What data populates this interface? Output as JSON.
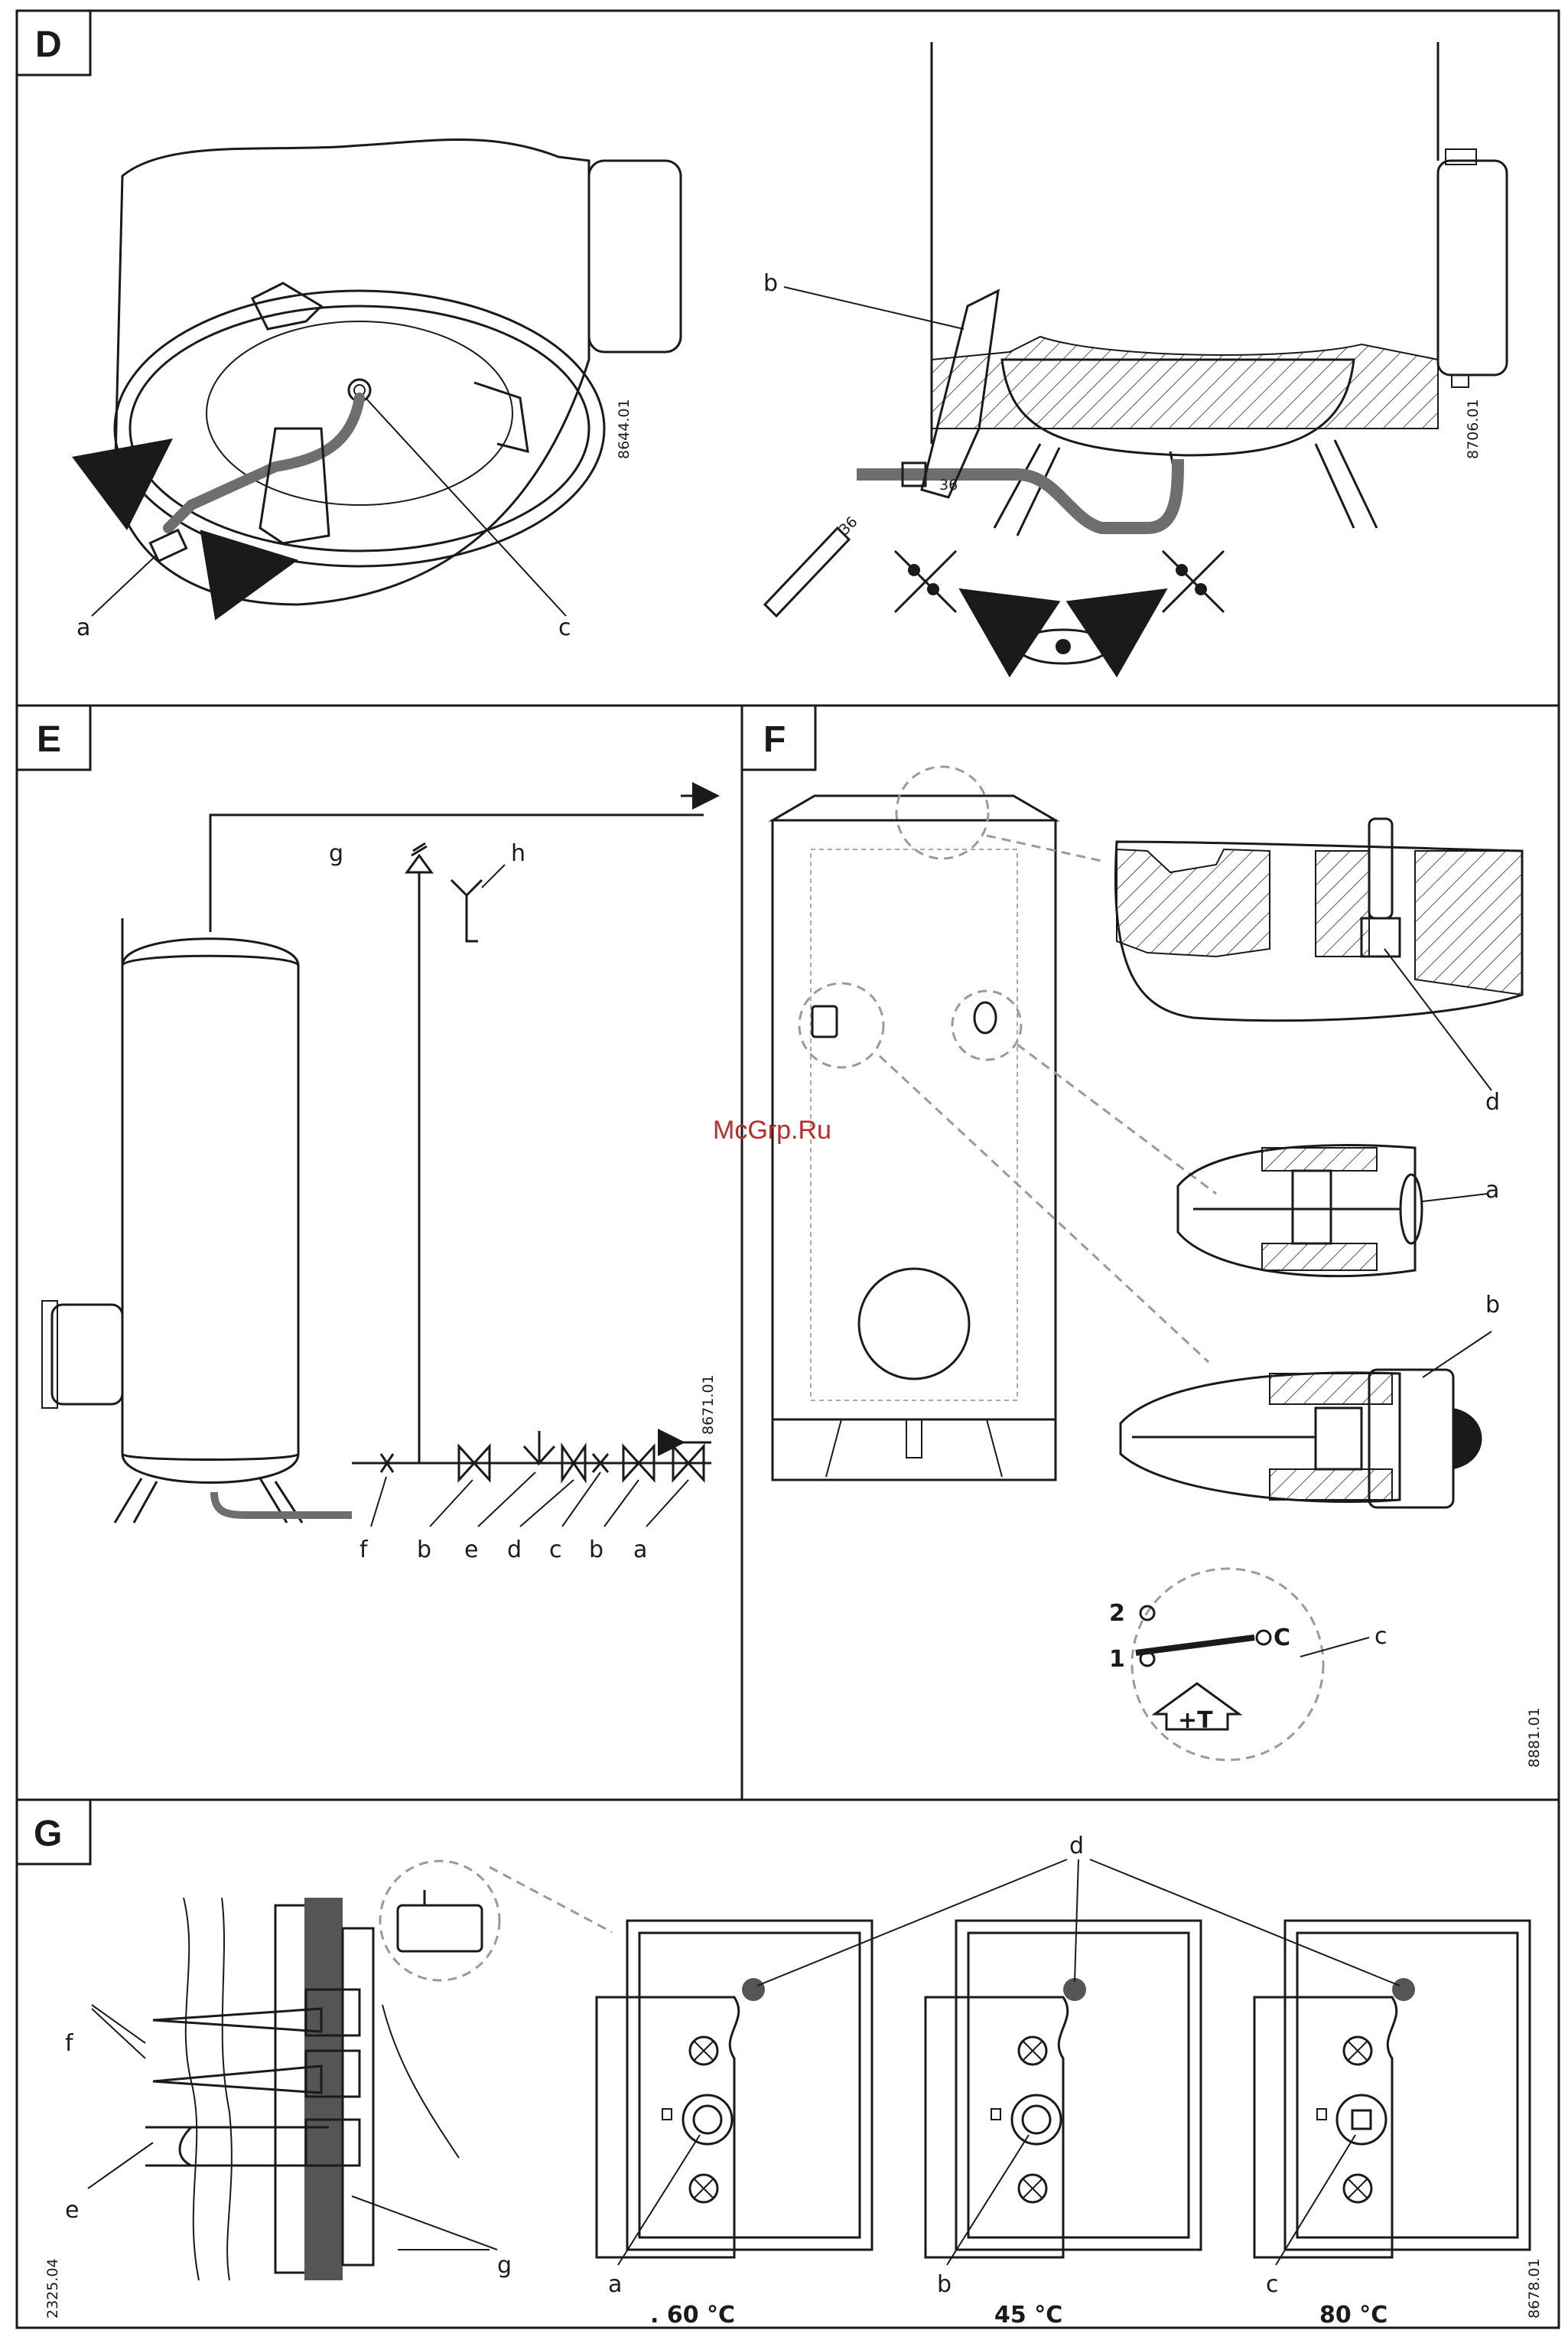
{
  "panels": {
    "D": {
      "letter": "D",
      "code_left": "8644.01",
      "code_right": "8706.01",
      "labels": {
        "a": "a",
        "b": "b",
        "c": "c"
      },
      "wrench_size": "36"
    },
    "E": {
      "letter": "E",
      "code": "8671.01",
      "labels": {
        "f": "f",
        "b1": "b",
        "e": "e",
        "d": "d",
        "c": "c",
        "b2": "b",
        "a": "a",
        "g": "g",
        "h": "h"
      }
    },
    "F": {
      "letter": "F",
      "code": "8881.01",
      "labels": {
        "d": "d",
        "a": "a",
        "b": "b",
        "c": "c"
      },
      "switch": {
        "pos2": "2",
        "pos1": "1",
        "common": "C",
        "symbol": "+T"
      }
    },
    "G": {
      "letter": "G",
      "code_left": "2325.04",
      "code_right": "8678.01",
      "labels": {
        "f": "f",
        "e": "e",
        "g": "g",
        "d": "d",
        "a": "a",
        "b": "b",
        "c": "c"
      },
      "temps": {
        "a": ". 60 °C",
        "b": "45 °C",
        "c": "80 °C"
      }
    }
  },
  "watermark": "McGrp.Ru",
  "colors": {
    "line": "#1a1a1a",
    "hose": "#6e6e6e",
    "dashed": "#9a9a9a",
    "watermark": "#c0282a"
  }
}
